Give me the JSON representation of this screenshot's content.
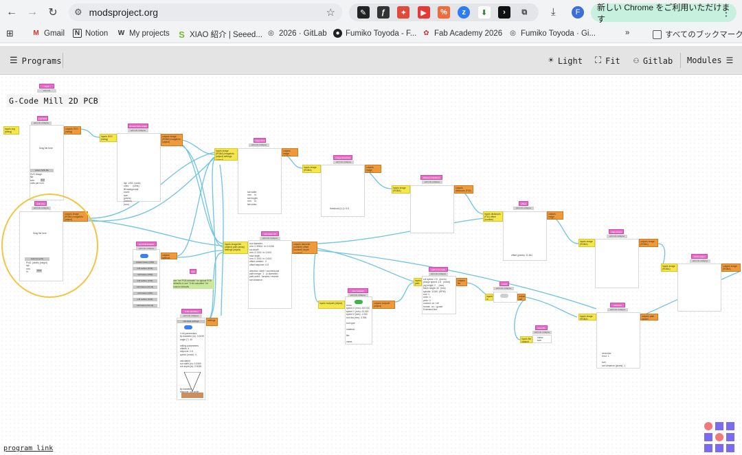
{
  "browser": {
    "url": "modsproject.org",
    "update_label": "新しい Chrome をご利用いただけます",
    "avatar_letter": "F",
    "bookmarks": [
      {
        "label": "Gmail",
        "icon": "gmail-icon"
      },
      {
        "label": "Notion",
        "icon": "notion-icon"
      },
      {
        "label": "My projects",
        "icon": "w-icon"
      },
      {
        "label": "XIAO 紹介 | Seeed...",
        "icon": "seeed-icon"
      },
      {
        "label": "2026 · GitLab",
        "icon": "globe-icon"
      },
      {
        "label": "Fumiko Toyoda - F...",
        "icon": "github-icon"
      },
      {
        "label": "Fab Academy 2026",
        "icon": "fab-icon"
      },
      {
        "label": "Fumiko Toyoda · Gi...",
        "icon": "globe-icon"
      }
    ],
    "bookmarks_more": "»",
    "all_bookmarks_label": "すべてのブックマーク"
  },
  "mods": {
    "programs_label": "Programs",
    "light_label": "Light",
    "fit_label": "Fit",
    "gitlab_label": "Gitlab",
    "modules_label": "Modules",
    "program_title": "G-Code Mill 2D PCB",
    "program_link_label": "program link"
  },
  "modules": {
    "read_svg": {
      "title": "read SVG",
      "sub": "edit info collapse",
      "in": "inputs\nsvg (string)",
      "out": "outputs\nSVG (string)",
      "placeholder": "Drag file here",
      "btns": [
        "select SVG file",
        "view"
      ],
      "info": "SVG image:\nfile:\nsize:\nunits per inch:"
    },
    "convert_svg": {
      "title": "convert SVG image",
      "sub": "edit info collapse",
      "in": "inputs\nSVG (string)",
      "out": "outputs\nimage (RGBA)\nimageInfo (object)",
      "info": "dpi: 1000  (units)\nunits:      (units)\nfill background: \ninvert: \nsize:\n(pixels)\n(inches)\n(mm)"
    },
    "read_png": {
      "title": "read png",
      "sub": "edit info collapse",
      "out": "outputs\nimage (RGBA)\nimageInfo (object)",
      "placeholder": "Drag file here",
      "btns": [
        "select png file",
        "view"
      ],
      "info": "PNG: (width) (height)\ndpi:\nmm:\nin:"
    },
    "set_pcb": {
      "title": "set PCB defaults",
      "sub": "edit info collapse",
      "out": "outputs\nsettings",
      "btns": [
        "isolate traces (1/64)",
        "mill outline (1/32)",
        "mill traces (1/64)",
        "mill outline (1/32)",
        "mill traces (10 mil)",
        "mill traces (1/64)",
        "mill outline (1/32)",
        "mill traces (10 mil)"
      ]
    },
    "note": {
      "title": "note",
      "text": "use \"set PCB defaults\" for typical PCB\ndefaults or use \"V-bit calculator\" for\ncustom defaults"
    },
    "image_dims": {
      "title": "image dims",
      "sub": "edit info collapse",
      "in": "inputs\nimage (RGBA)\nimageInfo (object)\nsettings (object)",
      "out": "outputs\nimage (RGBA)",
      "info": "tab width:\nmm:    in:\ntab length:\nmm:    in:\ntab sides:"
    },
    "image_threshold": {
      "title": "image threshold",
      "sub": "edit info collapse",
      "in": "inputs\nimage (RGBA)",
      "out": "outputs\nimage (RGBA)",
      "info": "threshold (0-1): 0.5"
    },
    "distance_transform": {
      "title": "distance transform",
      "sub": "edit info collapse",
      "in": "inputs\nimage (RGBA)",
      "out": "outputs\ndistances (F32)"
    },
    "offset": {
      "title": "offset",
      "sub": "edit info collapse",
      "in": "inputs\ndistances (F32)\noffset (number)",
      "out": "outputs\nimage (RGBA)",
      "info": "offset (pixels): 11.811"
    },
    "edge_detect": {
      "title": "edge detect",
      "sub": "edit info collapse",
      "in": "inputs\nimage (RGBA)",
      "out": "outputs\nimage (RGBA)"
    },
    "orient_edges": {
      "title": "orient edges",
      "sub": "edit info collapse",
      "in": "inputs\nimage (RGBA)",
      "out": "outputs\nimage (RGBA)"
    },
    "mill_raster": {
      "title": "mill raster 2D",
      "sub": "edit info collapse",
      "in": "inputs\nimageInfo (object)\npath (array)\nsettings (object)",
      "out": "outputs\ndiameter (number)\noffset (number)\ndepth (number)",
      "info": "tool diameter\nmm: 0.39624  in: 0.0156\ncut depth\nmm: 0.1016  in: 0.004\nmax depth\nmm: 0.1016  in: 0.004\noffset number:  4\noffset stepover: 0.5\n\ndirection: climb / conventional\npath merge:  1   (x diameter)\npath order:  forward / reverse\nsort distance: "
    },
    "vbit": {
      "title": "V-bit calculator",
      "sub": "edit info collapse",
      "in": "settings",
      "info": "V-bit parameters\ntip diameter (in): 0.0039\nangle (°): 30\n\nmilling parameters\noffsets: 4\nstepover: 0.5\nspeed (mm/s): 4\n\ncalculated\ncut width (in): 0.0069\ncut depth (in): 0.0039",
      "btns": [
        "calculate settings"
      ],
      "footer": "tip diameter\nstepover  cut width"
    },
    "toolpath": {
      "title": "view toolpath",
      "sub": "edit info collapse",
      "in": "inputs\ntoolpath (object)",
      "out": "outputs\ntoolpath (object)",
      "info": "show\nspeed X (mm): 200.000\nspeed Y (mm): 20.000\nspeed Z (mm): 1.000\ntool dia (mm): 0.396\n\ntool type:\n\nmaterial:\n\nfile:\n\nname:"
    },
    "gcode": {
      "title": "path to G-code",
      "sub": "edit info collapse",
      "in": "inputs\npath\nimageInfo",
      "out": "outputs\nfile",
      "info": "cut speed: 2.5   (mm/s)\nplunge speed: 2.5   (mm/s)\njog height: 2     (mm)\nfinish height: 30  (mm)\nspindle: 11000  (RPM)\ntool: 1\nxmin: 0\nymin: 0\ncoolant: on / off\nformat: .nc / .gcode\nExtended line: "
    },
    "on_off": {
      "title": "on/off",
      "sub": "edit info collapse",
      "in": "inputs\nin",
      "out": "outputs\nout"
    },
    "save_file": {
      "title": "save file",
      "sub": "edit info collapse",
      "in": "inputs\nfile (object)",
      "info": "name:\nsize:"
    },
    "vectorize": {
      "title": "vectorize",
      "sub": "edit info collapse",
      "in": "inputs\nimage (RGBA)",
      "out": "outputs\npath (array)",
      "info": "vectorize:\nerror: 1\n\nsort: \nsort distance (pixels): 1"
    }
  },
  "colors": {
    "input": "#f5e64a",
    "output": "#ee9a3a",
    "title": "#e96cc8",
    "wire": "#6cc3e6",
    "highlight": "#f2c542",
    "toggle": "#3b7ff5",
    "toggle_green": "#3bb54a"
  }
}
